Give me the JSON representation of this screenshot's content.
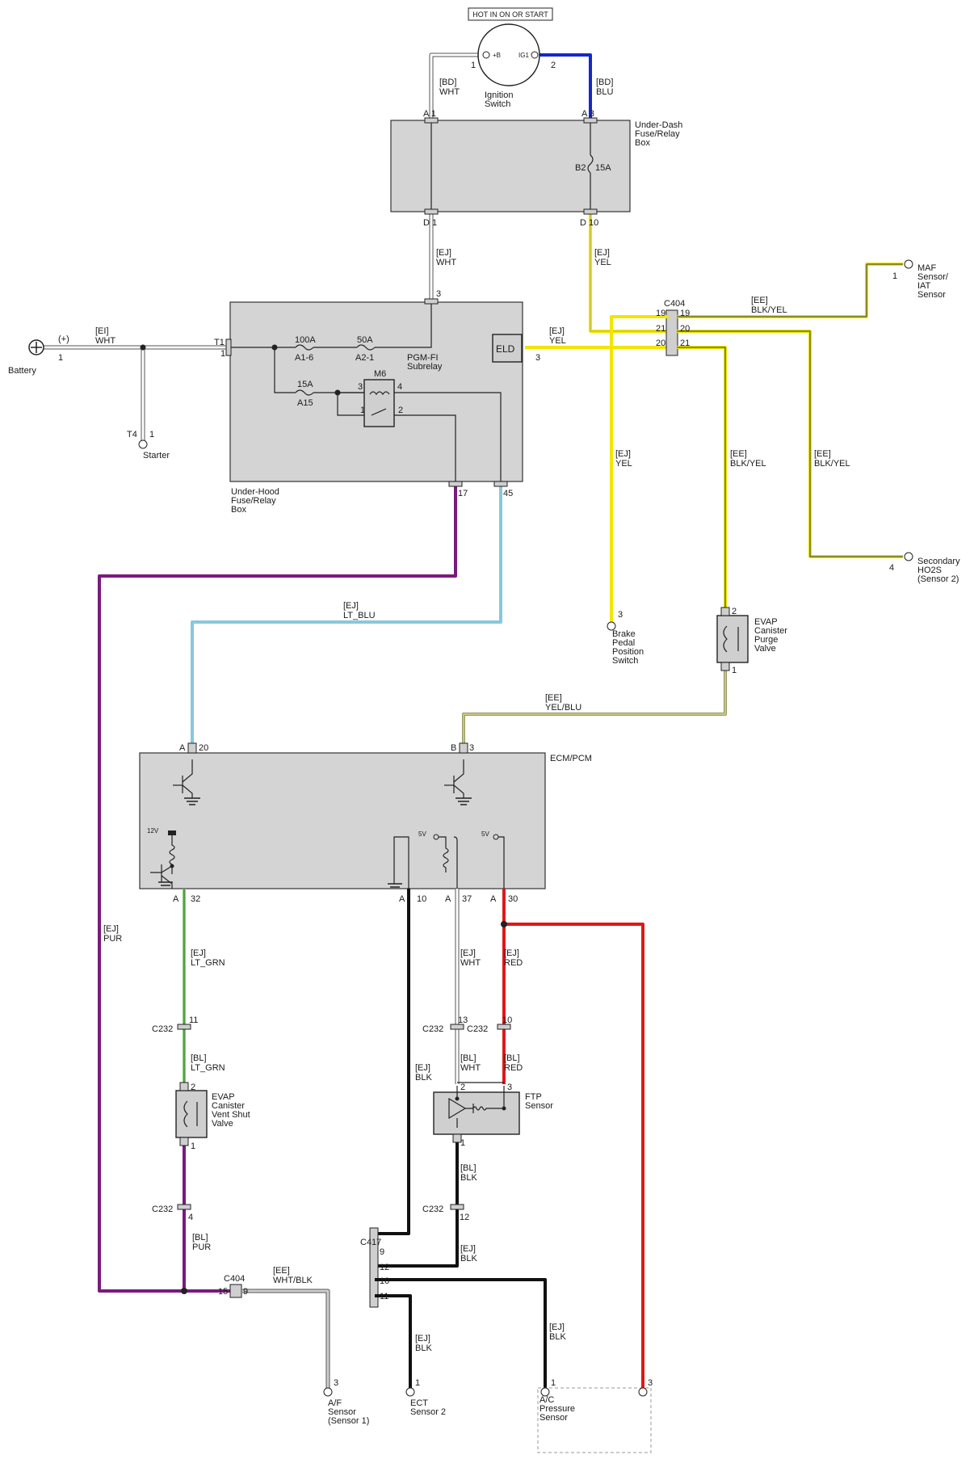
{
  "top_label": "HOT IN ON OR START",
  "colors": {
    "wht": "#ffffff",
    "blu": "#1428cc",
    "yel": "#f2e600",
    "blk_yel": "#b9b300",
    "lt_blu": "#86c9dc",
    "pur": "#7a1a7e",
    "lt_grn": "#7fd36c",
    "red": "#e01818",
    "blk": "#111111",
    "yel_blu": "#9a9a62",
    "wht_blk": "#a8a8a8"
  },
  "components": {
    "ignition_switch": {
      "name": "Ignition Switch",
      "pin_b": "+B",
      "pin_ig1": "IG1",
      "pin1": "1",
      "pin2": "2"
    },
    "under_dash_box": {
      "name": "Under-Dash Fuse/Relay Box",
      "a1": "A  1",
      "a3": "A  3",
      "d1": "D  1",
      "d10": "D  10",
      "fuse": "B2",
      "fuse_rating": "15A"
    },
    "under_hood_box": {
      "name": "Under-Hood Fuse/Relay Box",
      "t1": "T1",
      "t1_pin": "1",
      "pin3": "3",
      "pin17": "17",
      "pin45": "45",
      "fuse1_rating": "100A",
      "fuse1_id": "A1-6",
      "fuse2_rating": "50A",
      "fuse2_id": "A2-1",
      "fuse3_rating": "15A",
      "fuse3_id": "A15",
      "subrelay": "PGM-FI Subrelay",
      "relay": "M6",
      "r3": "3",
      "r4": "4",
      "r1": "1",
      "r2": "2",
      "eld": "ELD",
      "eld_pin": "3"
    },
    "battery": {
      "name": "Battery",
      "polarity": "(+)",
      "pin": "1"
    },
    "starter": {
      "name": "Starter",
      "t4": "T4",
      "pin": "1"
    },
    "c404_top": {
      "name": "C404",
      "p19": "19",
      "p21": "21",
      "p20": "20"
    },
    "maf": {
      "name": "MAF Sensor/ IAT Sensor",
      "pin": "1"
    },
    "ho2s": {
      "name": "Secondary HO2S (Sensor 2)",
      "pin": "4"
    },
    "brake": {
      "name": "Brake Pedal Position Switch",
      "pin": "3"
    },
    "purge": {
      "name": "EVAP Canister Purge Valve",
      "pin2": "2",
      "pin1": "1"
    },
    "ecm": {
      "name": "ECM/PCM",
      "a20": "A",
      "a20n": "20",
      "b3": "B",
      "b3n": "3",
      "a32": "A",
      "a32n": "32",
      "a10": "A",
      "a10n": "10",
      "a37": "A",
      "a37n": "37",
      "a30": "A",
      "a30n": "30",
      "v12": "12V",
      "v5a": "5V",
      "v5b": "5V"
    },
    "c232": {
      "name": "C232",
      "p11": "11",
      "p13": "13",
      "p10": "10",
      "p4": "4",
      "p12": "12"
    },
    "vent_valve": {
      "name": "EVAP Canister Vent Shut Valve",
      "pin2": "2",
      "pin1": "1"
    },
    "ftp": {
      "name": "FTP Sensor",
      "pin2": "2",
      "pin3": "3",
      "pin1": "1"
    },
    "c417": {
      "name": "C417",
      "p9": "9",
      "p12": "12",
      "p10": "10",
      "p11": "11"
    },
    "c404_bottom": {
      "name": "C404",
      "p15": "15",
      "p9": "9"
    },
    "af": {
      "name": "A/F Sensor (Sensor 1)",
      "pin": "3"
    },
    "ect": {
      "name": "ECT Sensor 2",
      "pin": "1"
    },
    "ac": {
      "name": "A/C Pressure Sensor",
      "pin1": "1",
      "pin3": "3"
    }
  },
  "wires": {
    "bd_wht": "[BD] WHT",
    "bd_blu": "[BD] BLU",
    "ej_wht_top": "[EJ] WHT",
    "ej_yel_top": "[EJ] YEL",
    "ei_wht": "[EI] WHT",
    "ej_yel_eld": "[EJ] YEL",
    "ee_blk_yel_maf": "[EE] BLK/YEL",
    "ej_yel_brake": "[EJ] YEL",
    "ee_blk_yel_purge": "[EE] BLK/YEL",
    "ee_blk_yel_ho2s": "[EE] BLK/YEL",
    "ej_lt_blu": "[EJ] LT_BLU",
    "ee_yel_blu": "[EE] YEL/BLU",
    "ej_pur": "[EJ] PUR",
    "ej_lt_grn": "[EJ] LT_GRN",
    "bl_lt_grn": "[BL] LT_GRN",
    "bl_pur": "[BL] PUR",
    "ee_wht_blk": "[EE] WHT/BLK",
    "ej_blk_ect": "[EJ] BLK",
    "ej_wht_ftp": "[EJ] WHT",
    "bl_wht": "[BL] WHT",
    "ej_red": "[EJ] RED",
    "bl_red": "[BL] RED",
    "bl_blk": "[BL] BLK",
    "ej_blk_c417": "[EJ] BLK",
    "ej_blk_bottom": "[EJ] BLK",
    "ej_blk_ac": "[EJ] BLK"
  }
}
